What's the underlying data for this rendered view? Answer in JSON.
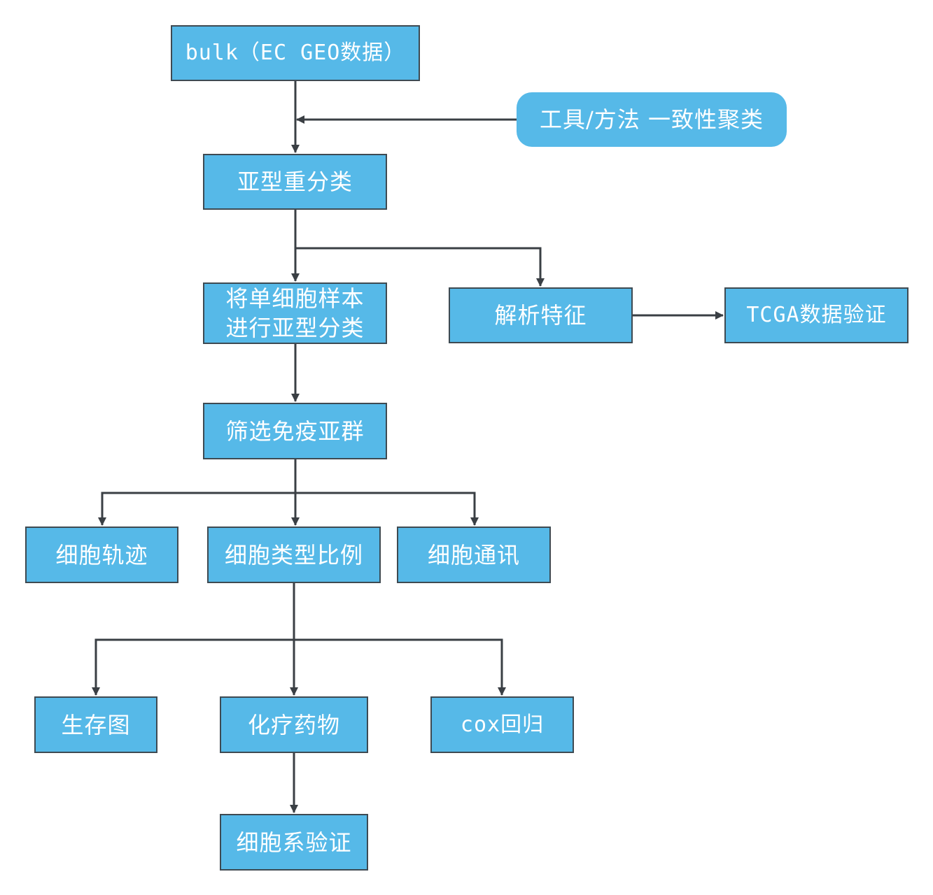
{
  "nodes": {
    "bulk": "bulk（EC GEO数据）",
    "tool": "工具/方法 一致性聚类",
    "subtype": "亚型重分类",
    "single_cell": "将单细胞样本\n进行亚型分类",
    "features": "解析特征",
    "tcga": "TCGA数据验证",
    "immune": "筛选免疫亚群",
    "trajectory": "细胞轨迹",
    "proportion": "细胞类型比例",
    "communication": "细胞通讯",
    "survival": "生存图",
    "chemo": "化疗药物",
    "cox": "cox回归",
    "cell_line": "细胞系验证"
  },
  "colors": {
    "box_fill": "#56b9e8",
    "box_border": "#3e4a52",
    "text": "#ffffff",
    "connector": "#3a3f44"
  }
}
